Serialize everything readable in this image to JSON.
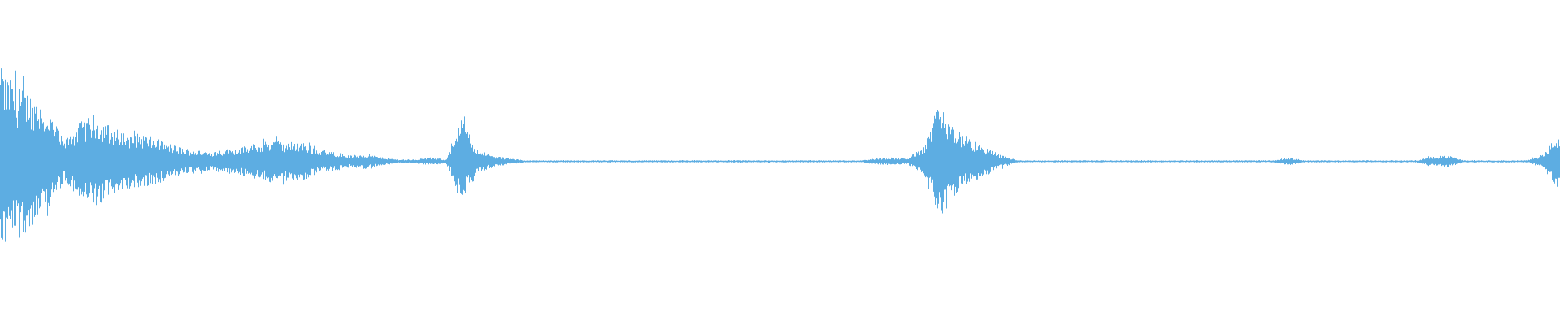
{
  "waveform": {
    "color": "#5DADE2",
    "background": "#FFFFFF",
    "envelope": [
      0.95,
      0.75,
      0.7,
      0.55,
      0.2,
      0.4,
      0.48,
      0.35,
      0.28,
      0.28,
      0.22,
      0.16,
      0.12,
      0.1,
      0.12,
      0.14,
      0.18,
      0.22,
      0.2,
      0.2,
      0.12,
      0.1,
      0.06,
      0.08,
      0.04,
      0.02,
      0.02,
      0.04,
      0.02,
      0.42,
      0.12,
      0.06,
      0.03,
      0.01,
      0.01,
      0.01,
      0.01,
      0.01,
      0.01,
      0.01,
      0.01,
      0.01,
      0.01,
      0.01,
      0.01,
      0.01,
      0.01,
      0.01,
      0.01,
      0.01,
      0.01,
      0.01,
      0.01,
      0.01,
      0.01,
      0.03,
      0.04,
      0.03,
      0.14,
      0.58,
      0.35,
      0.22,
      0.14,
      0.06,
      0.01,
      0.01,
      0.01,
      0.01,
      0.01,
      0.01,
      0.01,
      0.01,
      0.01,
      0.01,
      0.01,
      0.01,
      0.01,
      0.01,
      0.01,
      0.01,
      0.01,
      0.04,
      0.01,
      0.01,
      0.01,
      0.01,
      0.01,
      0.01,
      0.01,
      0.01,
      0.05,
      0.06,
      0.01,
      0.01,
      0.01,
      0.01,
      0.01,
      0.08,
      0.3
    ]
  }
}
